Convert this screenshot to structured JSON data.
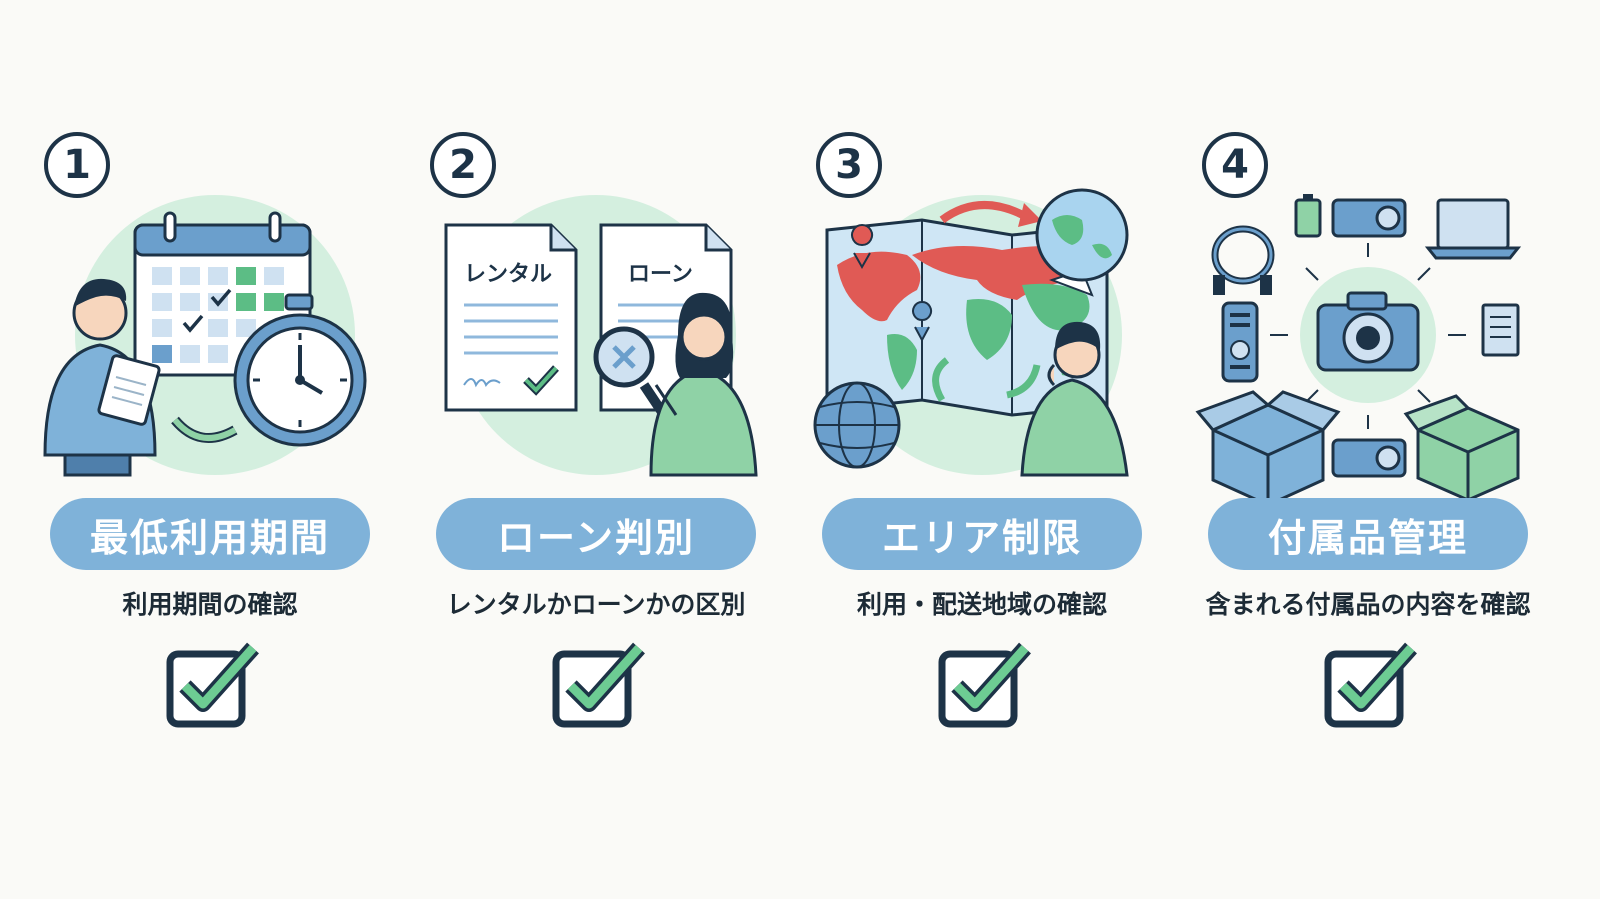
{
  "steps": [
    {
      "number": "1",
      "title": "最低利用期間",
      "description": "利用期間の確認"
    },
    {
      "number": "2",
      "title": "ローン判別",
      "description": "レンタルかローンかの区別",
      "doc_left_label": "レンタル",
      "doc_right_label": "ローン"
    },
    {
      "number": "3",
      "title": "エリア制限",
      "description": "利用・配送地域の確認"
    },
    {
      "number": "4",
      "title": "付属品管理",
      "description": "含まれる付属品の内容を確認"
    }
  ],
  "colors": {
    "navy": "#1d3347",
    "pill": "#7fb2d9",
    "blue": "#6b9fcc",
    "light_blue": "#cfe1f1",
    "mint": "#d4efdf",
    "green": "#5cbd85",
    "red": "#e05a55"
  }
}
